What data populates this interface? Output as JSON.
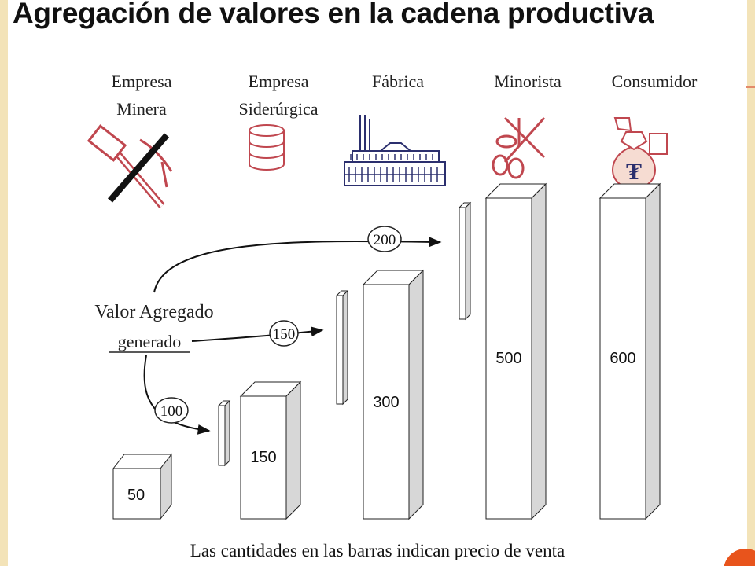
{
  "title": "Agregación de valores en la cadena productiva",
  "stages": [
    {
      "line1": "Empresa",
      "line2": "Minera",
      "icon": "pick-and-hammer-icon",
      "price": "50"
    },
    {
      "line1": "Empresa",
      "line2": "Siderúrgica",
      "icon": "steel-coil-icon",
      "price": "150"
    },
    {
      "line1": "Fábrica",
      "line2": "",
      "icon": "factory-icon",
      "price": "300"
    },
    {
      "line1": "Minorista",
      "line2": "",
      "icon": "scissors-icon",
      "price": "500"
    },
    {
      "line1": "Consumidor",
      "line2": "",
      "icon": "money-bag-icon",
      "price": "600"
    }
  ],
  "value_added_label": {
    "line1": "Valor Agregado",
    "line2": "generado"
  },
  "value_added": [
    "100",
    "150",
    "200"
  ],
  "money_symbol": "₮",
  "caption": "Las cantidades en las barras indican precio de venta",
  "colors": {
    "accent": "#e8541c",
    "border": "#f3e3b8",
    "icon_red": "#c0474f",
    "icon_navy": "#2b2f6e"
  }
}
